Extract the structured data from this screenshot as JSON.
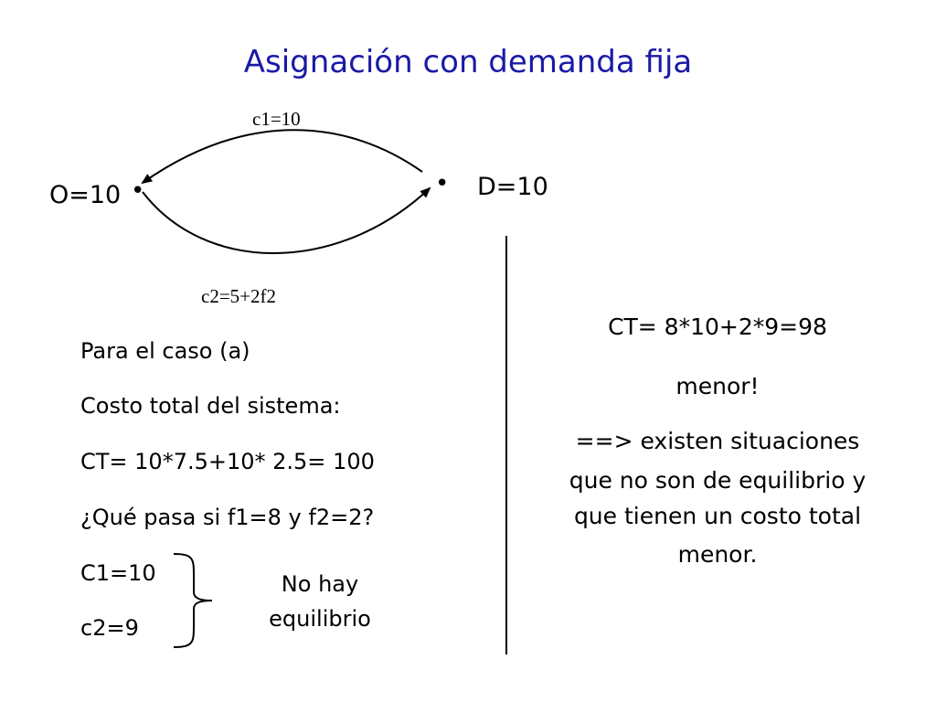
{
  "slide": {
    "title": "Asignación con demanda fija",
    "title_color": "#1a1aa6"
  },
  "diagram": {
    "origin_label": "O=10",
    "destination_label": "D=10",
    "bullet": "•",
    "upper_link_label": "c1=10",
    "lower_link_label": "c2=5+2f2"
  },
  "left_text": {
    "lines": [
      "Para el caso (a)",
      "Costo total del sistema:",
      "CT= 10*7.5+10* 2.5= 100",
      "¿Qué pasa si f1=8 y f2=2?",
      "C1=10",
      "c2=9"
    ],
    "brace_note": [
      "No hay",
      "equilibrio"
    ]
  },
  "right_text": {
    "ct": "CT= 8*10+2*9=98",
    "less": "menor!",
    "conclusion": [
      "==> existen situaciones",
      "que no son de equilibrio y",
      "que tienen un costo total",
      "menor."
    ]
  }
}
